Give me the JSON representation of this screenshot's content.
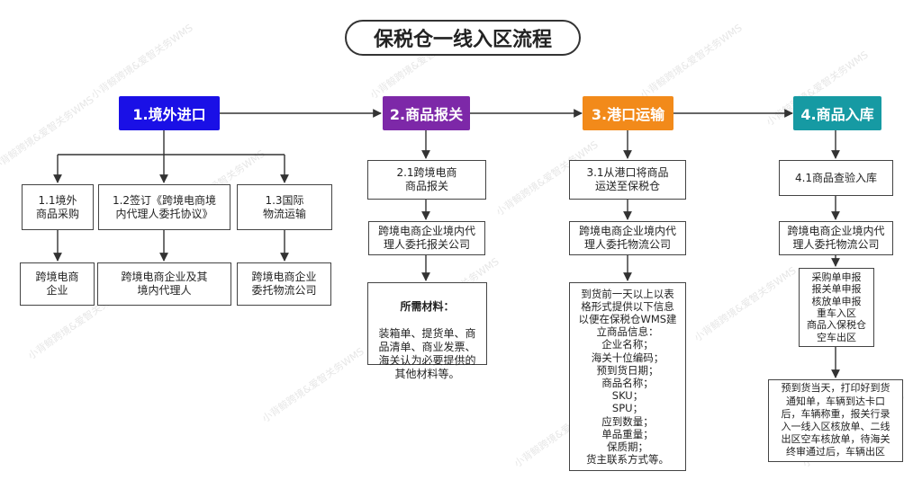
{
  "title": "保税仓一线入区流程",
  "colors": {
    "step1": "#1a10e6",
    "step2": "#7d28a8",
    "step3": "#f28a1a",
    "step4": "#169aa3"
  },
  "watermark": "小背鲸跨境&爱智关务WMS",
  "steps": [
    {
      "label": "1.境外进口"
    },
    {
      "label": "2.商品报关"
    },
    {
      "label": "3.港口运输"
    },
    {
      "label": "4.商品入库"
    }
  ],
  "col1": {
    "items": [
      {
        "title": "1.1境外\n商品采购",
        "party": "跨境电商\n企业"
      },
      {
        "title": "1.2签订《跨境电商境\n内代理人委托协议》",
        "party": "跨境电商企业及其\n境内代理人"
      },
      {
        "title": "1.3国际\n物流运输",
        "party": "跨境电商企业\n委托物流公司"
      }
    ]
  },
  "col2": {
    "title": "2.1跨境电商\n商品报关",
    "party": "跨境电商企业境内代\n理人委托报关公司",
    "materials_head": "所需材料：",
    "materials_body": "装箱单、提货单、商\n品清单、商业发票、\n海关认为必要提供的\n其他材料等。"
  },
  "col3": {
    "title": "3.1从港口将商品\n运送至保税仓",
    "party": "跨境电商企业境内代\n理人委托物流公司",
    "info": "到货前一天以上以表\n格形式提供以下信息\n以便在保税仓WMS建\n立商品信息：\n企业名称；\n海关十位编码；\n预到货日期；\n商品名称；\nSKU；\nSPU；\n应到数量；\n单品重量；\n保质期；\n货主联系方式等。"
  },
  "col4": {
    "title": "4.1商品查验入库",
    "party": "跨境电商企业境内代\n理人委托物流公司",
    "filings": "采购单申报\n报关单申报\n核放单申报\n重车入区\n商品入保税仓\n空车出区",
    "process": "预到货当天，打印好到货\n通知单，车辆到达卡口\n后，车辆称重，报关行录\n入一线入区核放单、二线\n出区空车核放单，待海关\n终审通过后，车辆出区"
  }
}
